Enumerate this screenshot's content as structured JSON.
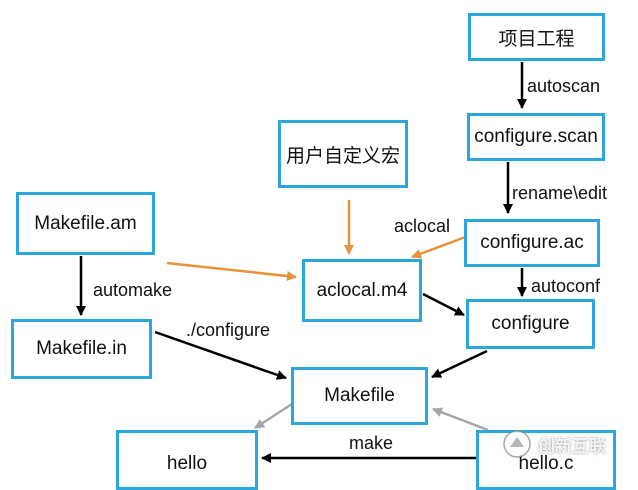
{
  "diagram": {
    "nodes": {
      "project": "项目工程",
      "configure_scan": "configure.scan",
      "user_macro": "用户自定义宏",
      "makefile_am": "Makefile.am",
      "configure_ac": "configure.ac",
      "aclocal_m4": "aclocal.m4",
      "configure": "configure",
      "makefile_in": "Makefile.in",
      "makefile": "Makefile",
      "hello": "hello",
      "hello_c": "hello.c"
    },
    "edge_labels": {
      "autoscan": "autoscan",
      "rename_edit": "rename\\edit",
      "aclocal": "aclocal",
      "autoconf": "autoconf",
      "automake": "automake",
      "run_configure": "./configure",
      "make": "make"
    },
    "colors": {
      "box_border": "#2ba7dc",
      "arrow_black": "#000000",
      "arrow_orange": "#e8923a",
      "arrow_gray": "#a6a6a6"
    },
    "watermark": {
      "text": "创新互联",
      "icon": "chuangxin-logo-icon"
    }
  }
}
